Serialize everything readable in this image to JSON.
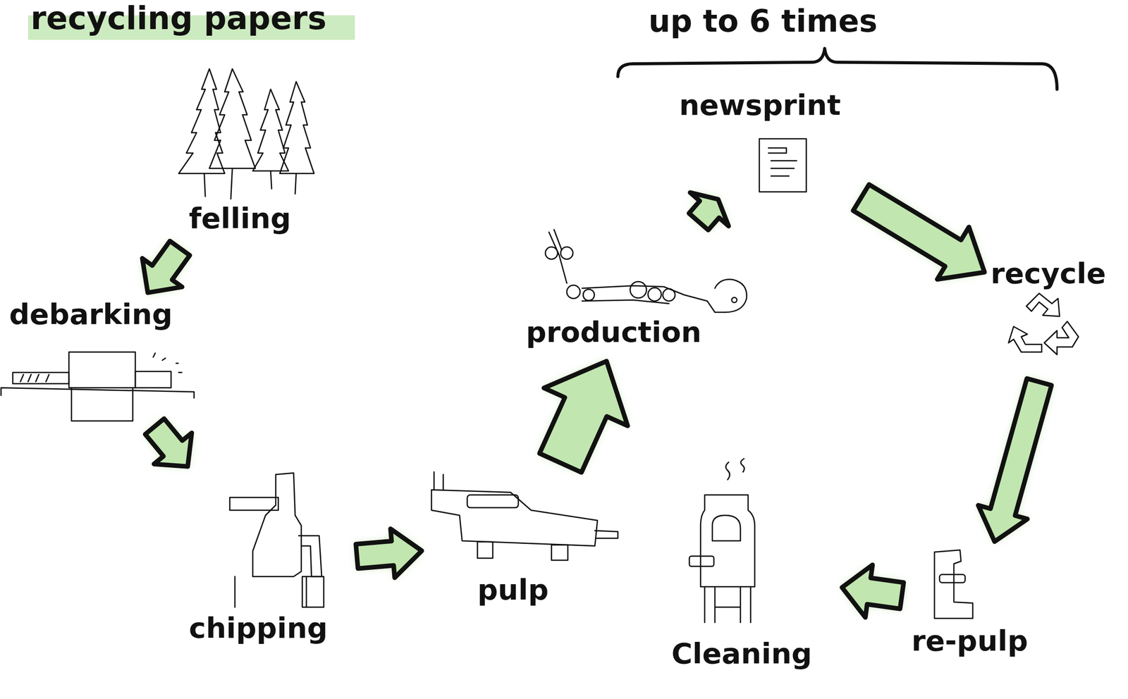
{
  "diagram": {
    "title": "recycling papers",
    "nodes": [
      {
        "text": [
          "felling"
        ]
      },
      {
        "text": [
          "debarking"
        ]
      },
      {
        "text": [
          "chipping"
        ]
      },
      {
        "text": [
          "pulp"
        ]
      },
      {
        "text": [
          "production"
        ]
      },
      {
        "text": [
          "newsprint"
        ]
      },
      {
        "text": [
          "recycle"
        ]
      },
      {
        "text": [
          "re-pulp"
        ]
      },
      {
        "text": [
          "Cleaning"
        ]
      }
    ],
    "edges": [
      {
        "from": 0,
        "to": 1,
        "arrow": "to"
      },
      {
        "from": 1,
        "to": 2,
        "arrow": "to"
      },
      {
        "from": 2,
        "to": 3,
        "arrow": "to"
      },
      {
        "from": 3,
        "to": 4,
        "arrow": "to"
      },
      {
        "from": 4,
        "to": 5,
        "arrow": "to"
      },
      {
        "from": 5,
        "to": 6,
        "arrow": "to"
      },
      {
        "from": 6,
        "to": 7,
        "arrow": "to"
      },
      {
        "from": 7,
        "to": 8,
        "arrow": "to"
      }
    ],
    "labels": [
      "up to 6 times"
    ]
  }
}
